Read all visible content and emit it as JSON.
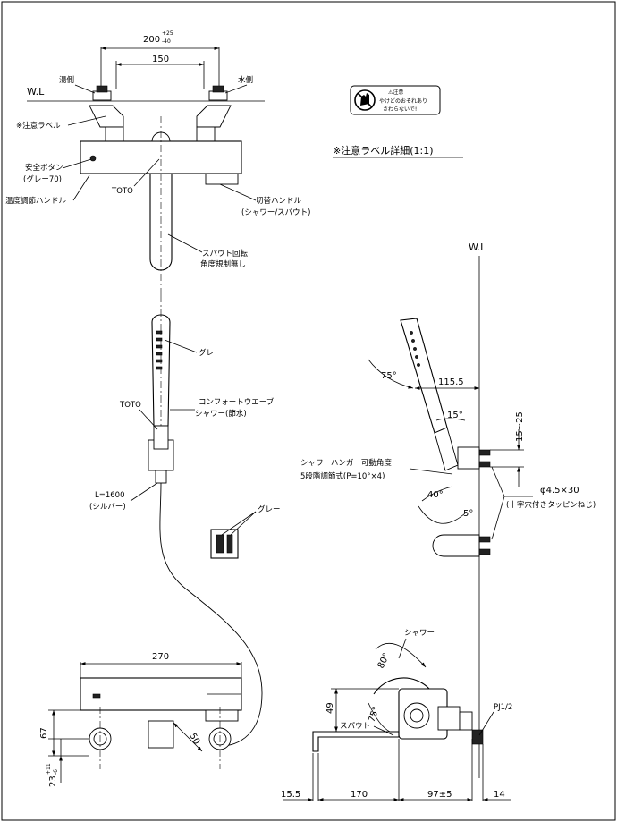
{
  "top_view": {
    "dim_overall": "200",
    "dim_overall_tol_upper": "+25",
    "dim_overall_tol_lower": "-40",
    "dim_center": "150",
    "wl_label": "W.L",
    "hot_side": "湯側",
    "cold_side": "水側",
    "caution_label": "※注意ラベル",
    "safety_button": "安全ボタン",
    "safety_button_color": "(グレー70)",
    "temp_handle": "温度調節ハンドル",
    "toto_mark": "TOTO",
    "switch_handle": "切替ハンドル",
    "switch_handle_modes": "(シャワー/スパウト)",
    "spout_rotation_1": "スパウト回転",
    "spout_rotation_2": "角度規制無し"
  },
  "caution_detail": {
    "title": "※注意ラベル詳細(1:1)",
    "line1": "⚠注意",
    "line2": "やけどのおそれあり",
    "line3": "さわらないで!"
  },
  "shower_head": {
    "gray_label": "グレー",
    "toto_mark": "TOTO",
    "comfort_wave_1": "コンフォートウエーブ",
    "comfort_wave_2": "シャワー(節水)",
    "hose_length": "L=1600",
    "hose_color": "(シルバー)"
  },
  "hanger": {
    "gray_label": "グレー"
  },
  "side_view": {
    "wl_label": "W.L",
    "angle_75": "75°",
    "dim_115_5": "115.5",
    "angle_15": "15°",
    "dim_15_25": "15~25",
    "hanger_angle_1": "シャワーハンガー可動角度",
    "hanger_angle_2": "5段階調節式(P=10°×4)",
    "angle_40": "40°",
    "angle_5": "5°",
    "screw_size": "φ4.5×30",
    "screw_type": "(十字穴付きタッピンねじ)"
  },
  "front_view": {
    "dim_270": "270",
    "dim_67": "67",
    "dim_23": "23",
    "dim_23_tol_upper": "+11",
    "dim_23_tol_lower": "-6",
    "dim_50": "50"
  },
  "bottom_side": {
    "shower_label": "シャワー",
    "angle_80": "80°",
    "dim_49": "49",
    "spout_label": "スパウト",
    "angle_75": "75°",
    "pipe_thread": "PJ1/2",
    "dim_15_5": "15.5",
    "dim_170": "170",
    "dim_97": "97±5",
    "dim_14": "14"
  }
}
